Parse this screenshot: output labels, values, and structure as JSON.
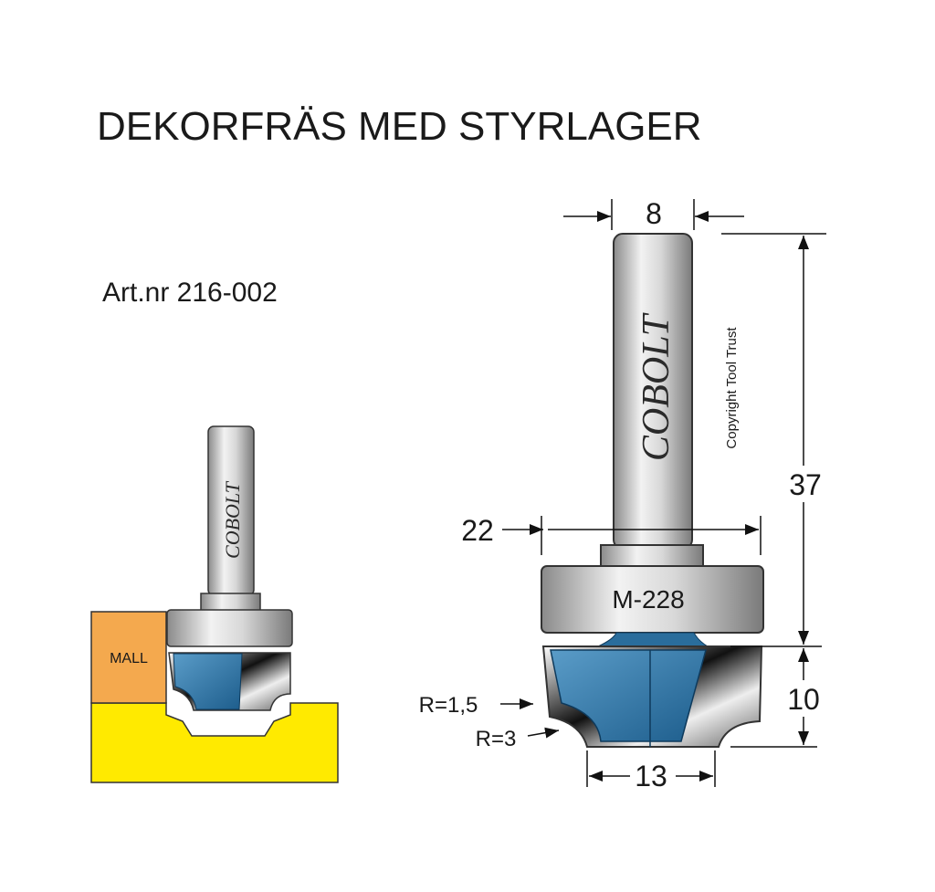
{
  "title": "DEKORFRÄS MED STYRLAGER",
  "article_number": "Art.nr 216-002",
  "brand": "COBOLT",
  "copyright": "Copyright Tool Trust",
  "template_label": "MALL",
  "bearing_label": "M-228",
  "dimensions": {
    "shank_diameter": "8",
    "total_length": "37",
    "bearing_diameter": "22",
    "cutting_height": "10",
    "cutting_diameter": "13",
    "radius_small": "R=1,5",
    "radius_large": "R=3"
  },
  "colors": {
    "cutter_blue": "#1f5f8f",
    "template_orange": "#f4a94e",
    "workpiece_yellow": "#ffea00",
    "steel": "#c8c8c8"
  }
}
